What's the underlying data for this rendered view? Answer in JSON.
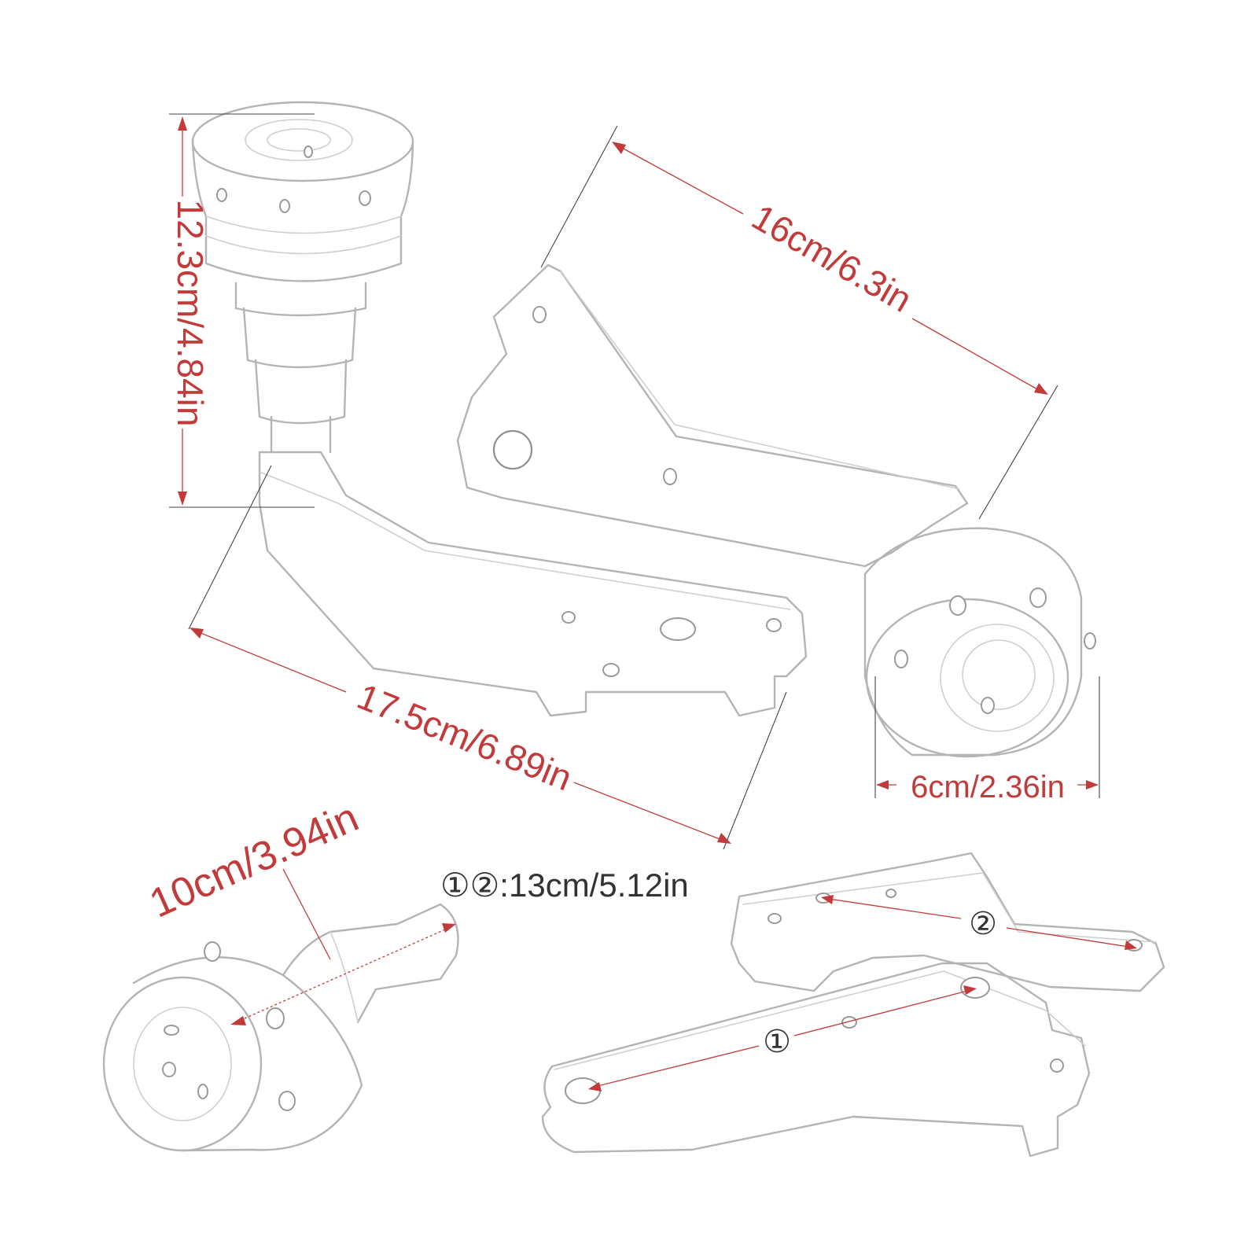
{
  "dimensions": {
    "slider_height": "12.3cm/4.84in",
    "upper_bracket_length": "16cm/6.3in",
    "lower_bracket_length": "17.5cm/6.89in",
    "slider_diameter": "6cm/2.36in",
    "slider_length": "10cm/3.94in",
    "plate_spacing_note": "①②:13cm/5.12in",
    "plate_marker_1": "①",
    "plate_marker_2": "②"
  },
  "colors": {
    "dimension_lines": "#c23a3a",
    "part_outline": "#b4b4b4",
    "background": "#ffffff"
  }
}
